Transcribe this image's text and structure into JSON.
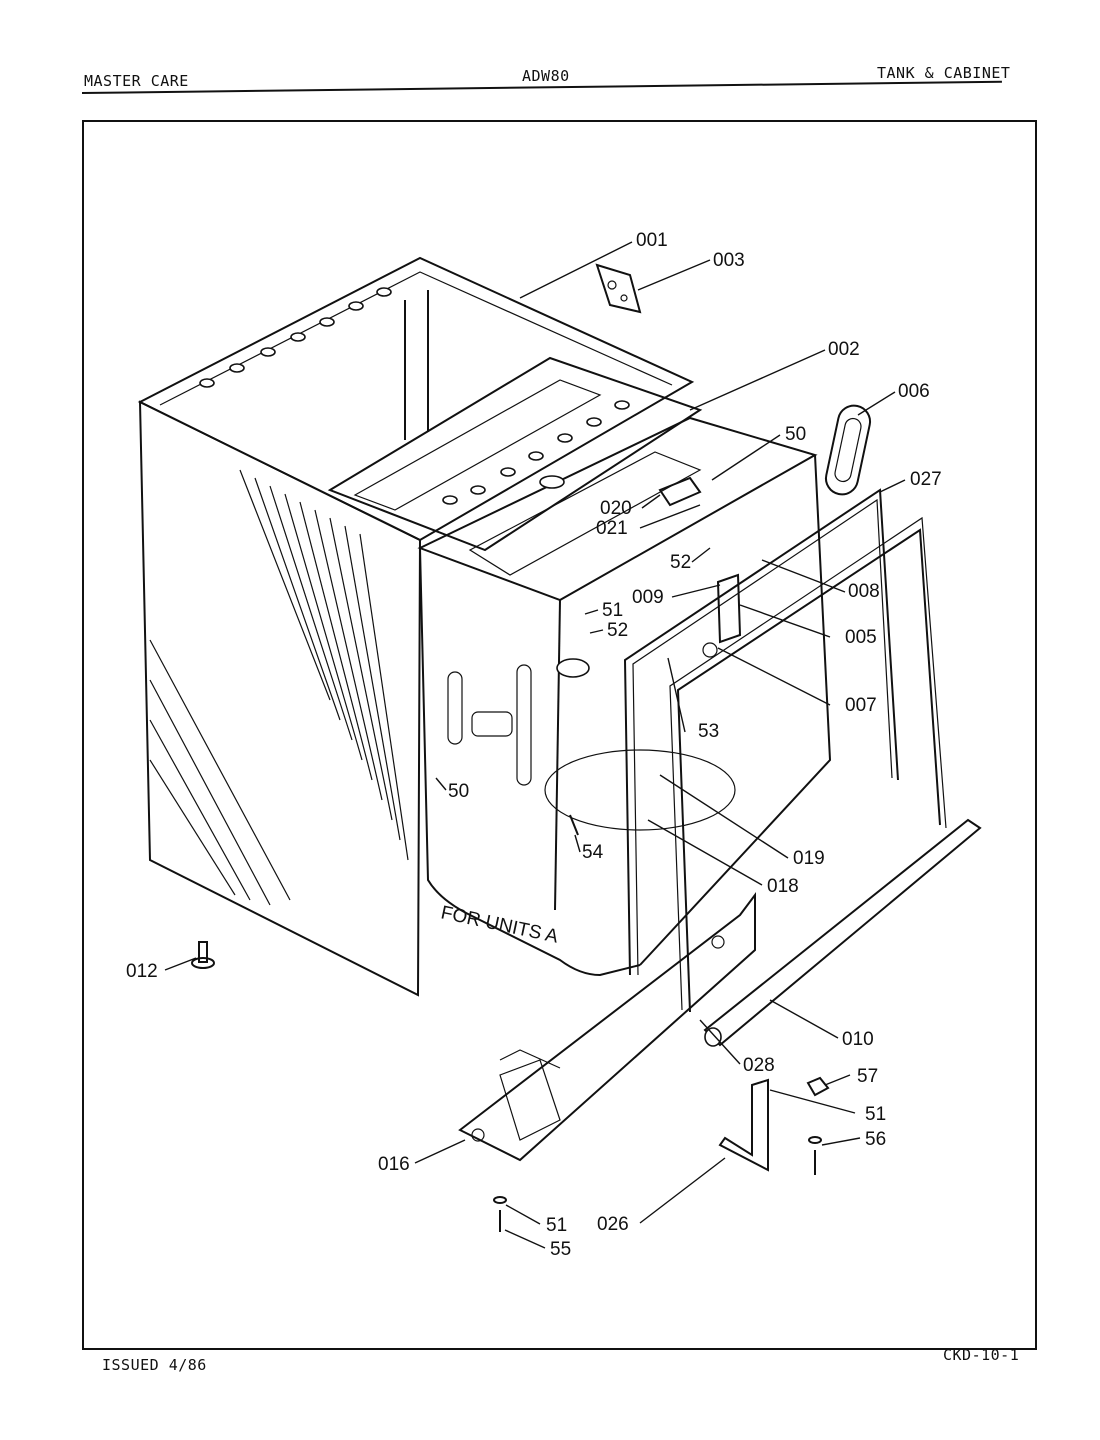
{
  "header": {
    "brand": "MASTER CARE",
    "model": "ADW80",
    "section": "TANK & CABINET"
  },
  "footer": {
    "issued": "ISSUED 4/86",
    "code": "CKD-10-1"
  },
  "diagram": {
    "stamp_text": "FOR UNITS A",
    "callouts": [
      {
        "id": "001",
        "label": "001"
      },
      {
        "id": "003",
        "label": "003"
      },
      {
        "id": "002",
        "label": "002"
      },
      {
        "id": "006",
        "label": "006"
      },
      {
        "id": "50a",
        "label": "50"
      },
      {
        "id": "027",
        "label": "027"
      },
      {
        "id": "020",
        "label": "020"
      },
      {
        "id": "021",
        "label": "021"
      },
      {
        "id": "52a",
        "label": "52"
      },
      {
        "id": "008",
        "label": "008"
      },
      {
        "id": "009",
        "label": "009"
      },
      {
        "id": "51a",
        "label": "51"
      },
      {
        "id": "52b",
        "label": "52"
      },
      {
        "id": "005",
        "label": "005"
      },
      {
        "id": "007",
        "label": "007"
      },
      {
        "id": "53",
        "label": "53"
      },
      {
        "id": "50b",
        "label": "50"
      },
      {
        "id": "54",
        "label": "54"
      },
      {
        "id": "019",
        "label": "019"
      },
      {
        "id": "018",
        "label": "018"
      },
      {
        "id": "012",
        "label": "012"
      },
      {
        "id": "010",
        "label": "010"
      },
      {
        "id": "028",
        "label": "028"
      },
      {
        "id": "57",
        "label": "57"
      },
      {
        "id": "51b",
        "label": "51"
      },
      {
        "id": "56",
        "label": "56"
      },
      {
        "id": "016",
        "label": "016"
      },
      {
        "id": "026",
        "label": "026"
      },
      {
        "id": "51c",
        "label": "51"
      },
      {
        "id": "55",
        "label": "55"
      }
    ]
  }
}
